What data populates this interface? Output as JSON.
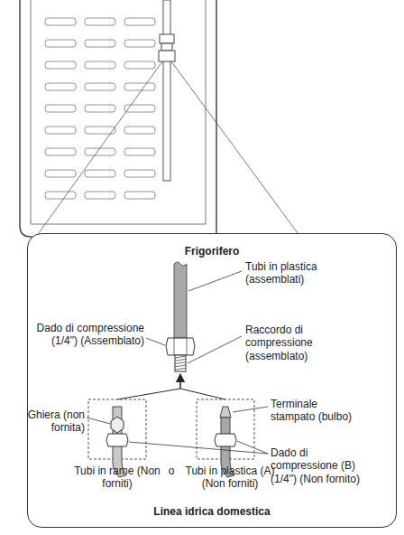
{
  "diagram": {
    "nodes": [
      {
        "text": [
          "Frigorifero",
          "Linea idrica domestica"
        ]
      }
    ],
    "labels": [
      "Tubi in plastica (assemblati)",
      "Dado di compressione (1/4\") (Assemblato)",
      "Raccordo di compressione (assemblato)",
      "Ghiera (non fornita)",
      "Terminale stampato (bulbo)",
      "Dado di compressione (B) (1/4\") (Non fornito)",
      "Tubi in rame (Non forniti)",
      "o",
      "Tubi in plastica (A) (Non forniti)"
    ]
  }
}
